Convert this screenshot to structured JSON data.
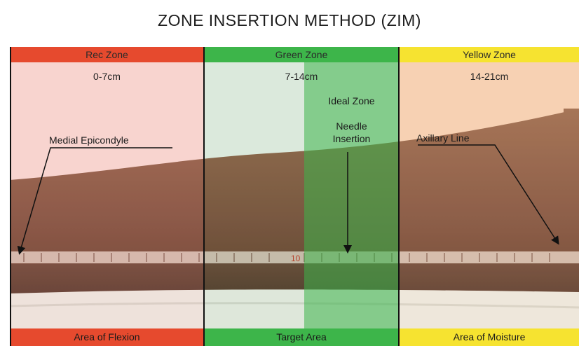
{
  "title": "ZONE INSERTION METHOD (ZIM)",
  "zones": [
    {
      "name": "Rec Zone",
      "range": "0-7cm",
      "footer": "Area of Flexion",
      "color": "#e64a2e"
    },
    {
      "name": "Green Zone",
      "range": "7-14cm",
      "footer": "Target Area",
      "color": "#3db54a"
    },
    {
      "name": "Yellow Zone",
      "range": "14-21cm",
      "footer": "Area of Moisture",
      "color": "#f6e330"
    }
  ],
  "labels": {
    "ideal_zone": "Ideal Zone",
    "needle_insertion": "Needle\nInsertion",
    "medial_epicondyle": "Medial Epicondyle",
    "axillary_line": "Axillary Line"
  },
  "tape_mark": "10"
}
